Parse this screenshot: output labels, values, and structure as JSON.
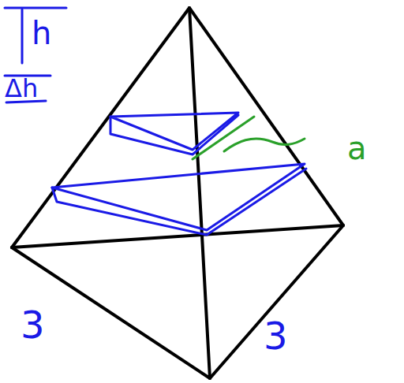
{
  "diagram": {
    "labels": [
      "h",
      "Δh",
      "a",
      "3",
      "3"
    ]
  }
}
